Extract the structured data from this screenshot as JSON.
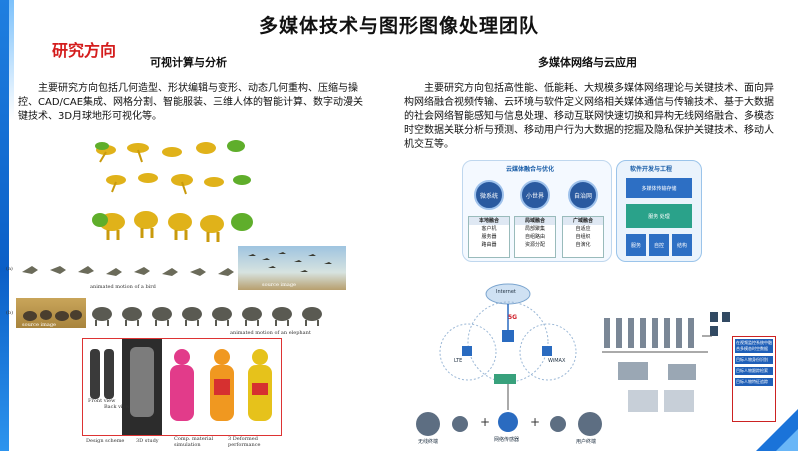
{
  "header": {
    "title": "多媒体技术与图形图像处理团队",
    "section": "研究方向"
  },
  "left": {
    "title": "可视计算与分析",
    "body": "主要研究方向包括几何造型、形状编辑与变形、动态几何重构、压缩与操控、CAD/CAE集成、网格分割、智能服装、三维人体的智能计算、数字动漫关键技术、3D月球地形可视化等。",
    "figures": {
      "bird_row_label": "(a)",
      "bird_caption": "animated motion of a bird",
      "bird_source": "source image",
      "elephant_row_label": "(b)",
      "elephant_source": "source image",
      "elephant_caption": "animated motion of an elephant",
      "bodies_labels": [
        "Design scheme",
        "3D study",
        "Comp. material simulation",
        "3 Deformed performance"
      ],
      "bodies_sub": [
        "Front view",
        "Back view"
      ]
    }
  },
  "right": {
    "title": "多媒体网络与云应用",
    "body": "主要研究方向包括高性能、低能耗、大规模多媒体网络理论与关键技术、面向异构网络融合视频传输、云环境与软件定义网络相关媒体通信与传输技术、基于大数据的社会网络智能感知与信息处理、移动互联网快速切换和异构无线网络融合、多模态时空数据关联分析与预测、移动用户行为大数据的挖掘及隐私保护关键技术、移动人机交互等。",
    "cloud_diagram": {
      "title_left": "云媒体融合与优化",
      "title_right": "软件开发与工程",
      "nodes": [
        "微系统",
        "小世界",
        "自治网"
      ],
      "sub_heads": [
        "本地融合",
        "局域融合",
        "广域融合"
      ],
      "col1": [
        "客户机",
        "服务器",
        "路由器"
      ],
      "col2": [
        "局部聚集",
        "自组路由",
        "资源分配"
      ],
      "col3": [
        "自适应",
        "自组织",
        "自演化"
      ],
      "right_top": "多媒体传输存储",
      "right_mid": "服务  处理",
      "right_bottom": [
        "服务",
        "自控",
        "结构"
      ]
    },
    "net_diagram": {
      "internet": "Internet",
      "labels": [
        "5G",
        "LTE",
        "WiMAX",
        "无线终端",
        "网络传感器",
        "用户终端"
      ]
    },
    "surveillance": {
      "labels": [
        "在视频监控系统中融合多模态时空数据",
        "目标人物身份识别",
        "目标人物跟踪检索",
        "目标人物特征追踪"
      ]
    }
  }
}
